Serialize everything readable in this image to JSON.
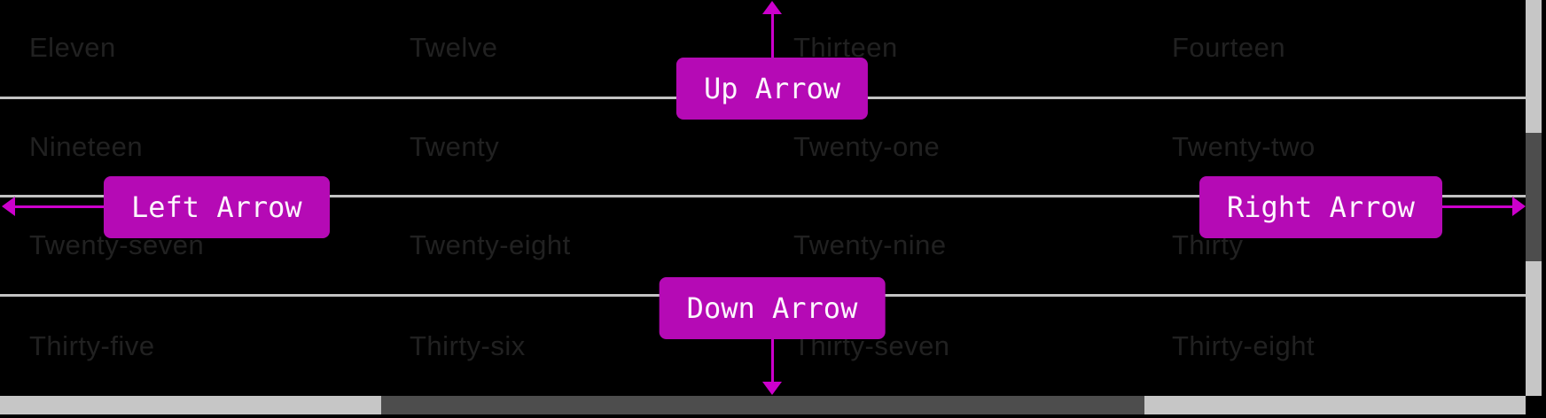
{
  "grid": {
    "rows": [
      {
        "cells": [
          "Eleven",
          "Twelve",
          "Thirteen",
          "Fourteen"
        ]
      },
      {
        "cells": [
          "Nineteen",
          "Twenty",
          "Twenty-one",
          "Twenty-two"
        ]
      },
      {
        "cells": [
          "Twenty-seven",
          "Twenty-eight",
          "Twenty-nine",
          "Thirty"
        ]
      },
      {
        "cells": [
          "Thirty-five",
          "Thirty-six",
          "Thirty-seven",
          "Thirty-eight"
        ]
      }
    ]
  },
  "annotations": {
    "up": "Up Arrow",
    "down": "Down Arrow",
    "left": "Left Arrow",
    "right": "Right Arrow"
  },
  "colors": {
    "background": "#000000",
    "annotation_fill": "#b50ab5",
    "annotation_arrow": "#cc00cc",
    "annotation_text": "#fdf6fd",
    "grid_text": "#212121",
    "grid_line": "#c3c3c3",
    "scrollbar_track": "#c6c6c6",
    "scrollbar_thumb": "#4d4d4d"
  }
}
